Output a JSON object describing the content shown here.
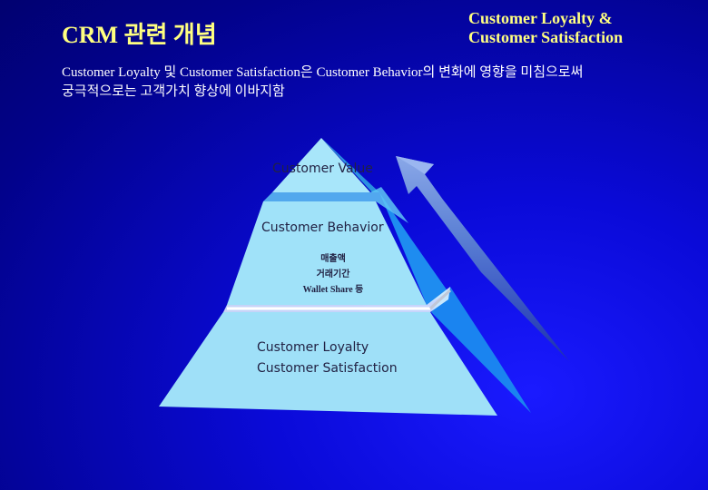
{
  "header": {
    "title": "CRM 관련 개념",
    "topic_line1": "Customer Loyalty &",
    "topic_line2": "Customer Satisfaction"
  },
  "intro": {
    "line1": "Customer Loyalty 및 Customer Satisfaction은 Customer Behavior의 변화에 영향을 미침으로써",
    "line2": "궁극적으로는 고객가치 향상에 이바지함"
  },
  "pyramid": {
    "top_label": "Customer Value",
    "middle_label": "Customer Behavior",
    "middle_items": [
      "매출액",
      "거래기간",
      "Wallet Share 등"
    ],
    "bottom_line1": "Customer Loyalty",
    "bottom_line2": "Customer Satisfaction"
  },
  "colors": {
    "background": "#0a0ad8",
    "title": "#ffff80",
    "pyramid_front": "#9fe0f8",
    "pyramid_side": "#1e8fe8",
    "arrow": "#6a8ed8"
  }
}
